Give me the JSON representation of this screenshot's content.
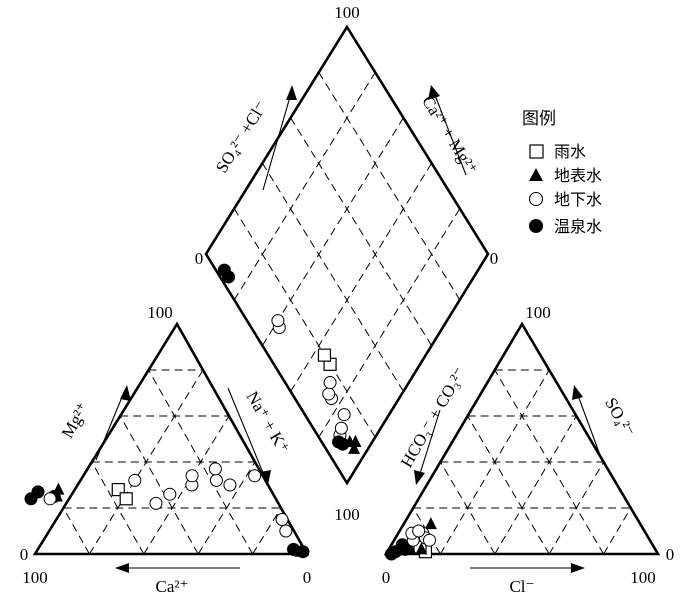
{
  "chart_data": {
    "type": "piper",
    "ticks": {
      "diamond_top": "100",
      "diamond_left": "0",
      "diamond_right": "0",
      "diamond_bottom": "100",
      "cation_top": "100",
      "cation_left_bottom": "0",
      "cation_left_label": "100",
      "cation_right_label": "0",
      "anion_top": "100",
      "anion_left_label": "0",
      "anion_right_bottom": "0",
      "anion_right_label": "100"
    },
    "axis_labels": {
      "diamond_upper_left": "SO₄²⁻ +Cl⁻",
      "diamond_upper_right": "Ca²⁺ + Mg²⁺",
      "cation_left": "Mg²⁺",
      "cation_right": "Na⁺ + K⁺",
      "cation_bottom": "Ca²⁺",
      "anion_left": "HCO₃⁻ + CO₃²⁻",
      "anion_right": "SO₄²⁻",
      "anion_bottom": "Cl⁻"
    },
    "legend": {
      "title": "图例",
      "items": [
        {
          "key": "rain",
          "label": "雨水",
          "marker": "open-square"
        },
        {
          "key": "surface",
          "label": "地表水",
          "marker": "filled-triangle"
        },
        {
          "key": "ground",
          "label": "地下水",
          "marker": "open-circle"
        },
        {
          "key": "hot",
          "label": "温泉水",
          "marker": "filled-circle"
        }
      ]
    },
    "samples": {
      "cation": [
        {
          "g": "surface",
          "ca": 2,
          "mg": 1
        },
        {
          "g": "hot",
          "ca": 4,
          "mg": 2
        },
        {
          "g": "hot",
          "ca": 1,
          "mg": 1
        },
        {
          "g": "rain",
          "ca": 56,
          "mg": 28
        },
        {
          "g": "rain",
          "ca": 55,
          "mg": 24
        },
        {
          "g": "ground",
          "ca": 48,
          "mg": 32
        },
        {
          "g": "ground",
          "ca": 45,
          "mg": 22
        },
        {
          "g": "ground",
          "ca": 38,
          "mg": 26
        },
        {
          "g": "ground",
          "ca": 28,
          "mg": 30
        },
        {
          "g": "ground",
          "ca": 26,
          "mg": 34
        },
        {
          "g": "ground",
          "ca": 18,
          "mg": 32
        },
        {
          "g": "ground",
          "ca": 14,
          "mg": 30
        },
        {
          "g": "ground",
          "ca": 16,
          "mg": 37
        },
        {
          "g": "ground",
          "ca": 3,
          "mg": 34
        },
        {
          "g": "ground",
          "ca": 2,
          "mg": 15
        },
        {
          "g": "ground",
          "ca": 3,
          "mg": 10
        },
        {
          "g": "surface",
          "ca": 80,
          "mg": 25
        },
        {
          "g": "surface",
          "ca": 78,
          "mg": 28
        },
        {
          "g": "hot",
          "ca": 81,
          "mg": 25
        },
        {
          "g": "hot",
          "ca": 86,
          "mg": 27
        },
        {
          "g": "hot",
          "ca": 90,
          "mg": 24
        },
        {
          "g": "ground",
          "ca": 83,
          "mg": 24
        }
      ],
      "anion": [
        {
          "g": "rain",
          "cl": 14,
          "so4": 1
        },
        {
          "g": "rain",
          "cl": 11,
          "so4": 3
        },
        {
          "g": "surface",
          "cl": 10,
          "so4": 13
        },
        {
          "g": "surface",
          "cl": 12,
          "so4": 2
        },
        {
          "g": "surface",
          "cl": 8,
          "so4": 2
        },
        {
          "g": "hot",
          "cl": 3,
          "so4": 1
        },
        {
          "g": "hot",
          "cl": 2,
          "so4": 0
        },
        {
          "g": "hot",
          "cl": 6,
          "so4": 2
        },
        {
          "g": "hot",
          "cl": 4,
          "so4": 4
        },
        {
          "g": "ground",
          "cl": 7,
          "so4": 6
        },
        {
          "g": "ground",
          "cl": 9,
          "so4": 9
        },
        {
          "g": "ground",
          "cl": 11,
          "so4": 7
        },
        {
          "g": "ground",
          "cl": 5,
          "so4": 9
        },
        {
          "g": "ground",
          "cl": 7,
          "so4": 10
        },
        {
          "g": "ground",
          "cl": 13,
          "so4": 6
        }
      ],
      "diamond": [
        {
          "g": "surface",
          "sc": 10,
          "cm": 92
        },
        {
          "g": "surface",
          "sc": 12,
          "cm": 94
        },
        {
          "g": "surface",
          "sc": 10,
          "cm": 95
        },
        {
          "g": "ground",
          "sc": 8,
          "cm": 87
        },
        {
          "g": "ground",
          "sc": 10,
          "cm": 86
        },
        {
          "g": "ground",
          "sc": 14,
          "cm": 84
        },
        {
          "g": "hot",
          "sc": 6,
          "cm": 88
        },
        {
          "g": "hot",
          "sc": 7,
          "cm": 90
        },
        {
          "g": "ground",
          "sc": 13,
          "cm": 76
        },
        {
          "g": "ground",
          "sc": 13,
          "cm": 74
        },
        {
          "g": "ground",
          "sc": 16,
          "cm": 72
        },
        {
          "g": "rain",
          "sc": 20,
          "cm": 68
        },
        {
          "g": "rain",
          "sc": 20,
          "cm": 64
        },
        {
          "g": "ground",
          "sc": 10,
          "cm": 42
        },
        {
          "g": "ground",
          "sc": 11,
          "cm": 40
        },
        {
          "g": "hot",
          "sc": 3,
          "cm": 13
        },
        {
          "g": "hot",
          "sc": 3,
          "cm": 10
        }
      ]
    }
  }
}
